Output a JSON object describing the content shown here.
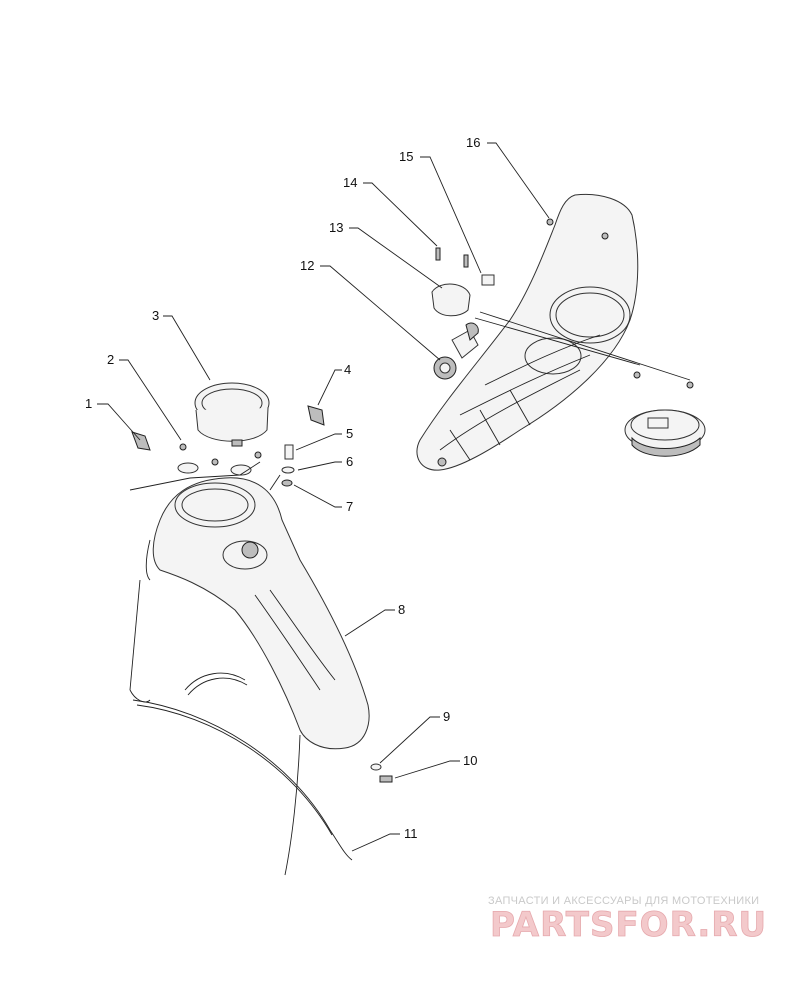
{
  "callouts": [
    {
      "id": "1",
      "label": "1"
    },
    {
      "id": "2",
      "label": "2"
    },
    {
      "id": "3",
      "label": "3"
    },
    {
      "id": "4",
      "label": "4"
    },
    {
      "id": "5",
      "label": "5"
    },
    {
      "id": "6",
      "label": "6"
    },
    {
      "id": "7",
      "label": "7"
    },
    {
      "id": "8",
      "label": "8"
    },
    {
      "id": "9",
      "label": "9"
    },
    {
      "id": "10",
      "label": "10"
    },
    {
      "id": "11",
      "label": "11"
    },
    {
      "id": "12",
      "label": "12"
    },
    {
      "id": "13",
      "label": "13"
    },
    {
      "id": "14",
      "label": "14"
    },
    {
      "id": "15",
      "label": "15"
    },
    {
      "id": "16",
      "label": "16"
    }
  ],
  "watermark": {
    "tagline": "ЗАПЧАСТИ И АКСЕССУАРЫ ДЛЯ МОТОТЕХНИКИ",
    "logo_text": "PARTSFOR.RU",
    "logo_color": "#f3c9cb"
  }
}
